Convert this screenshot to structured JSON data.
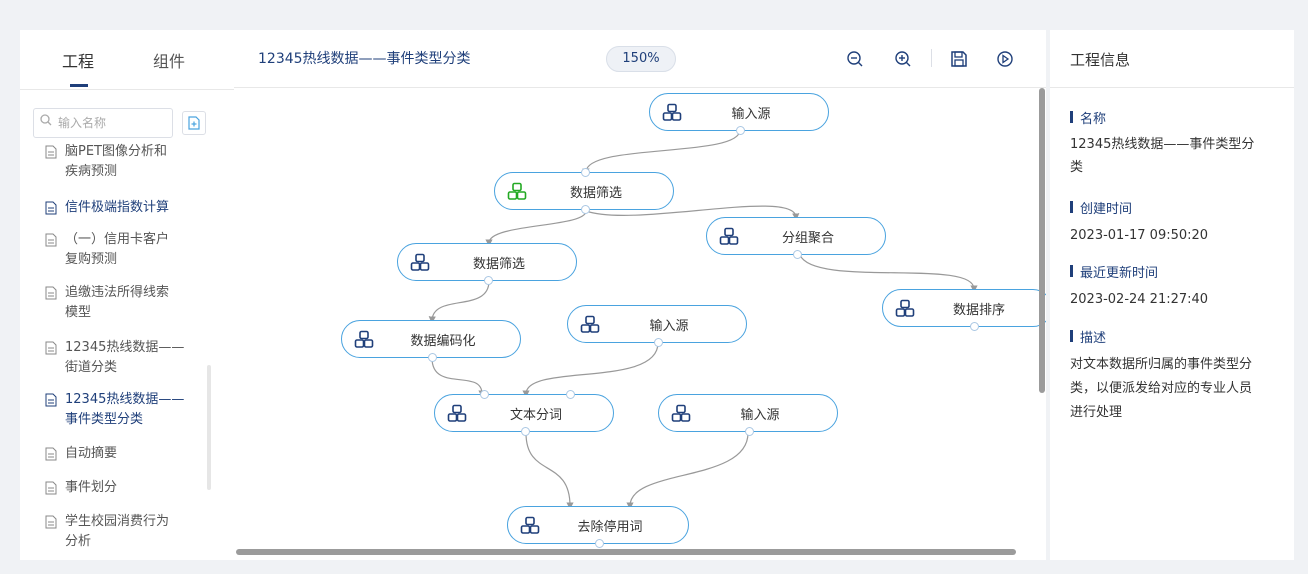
{
  "left": {
    "tabs": [
      {
        "label": "工程"
      },
      {
        "label": "组件"
      }
    ],
    "search": {
      "placeholder": "输入名称"
    },
    "items": [
      {
        "line1": "脑PET图像分析和",
        "line2": "疾病预测"
      },
      {
        "line1": "信件极端指数计算"
      },
      {
        "line1": "（一）信用卡客户",
        "line2": "复购预测"
      },
      {
        "line1": "追缴违法所得线索",
        "line2": "模型"
      },
      {
        "line1": "12345热线数据——",
        "line2": "街道分类"
      },
      {
        "line1": "12345热线数据——",
        "line2": "事件类型分类"
      },
      {
        "line1": "自动摘要"
      },
      {
        "line1": "事件划分"
      },
      {
        "line1": "学生校园消费行为",
        "line2": "分析"
      }
    ]
  },
  "canvas": {
    "title": "12345热线数据——事件类型分类",
    "zoom": "150%",
    "nodes": [
      {
        "label": "输入源"
      },
      {
        "label": "数据筛选"
      },
      {
        "label": "分组聚合"
      },
      {
        "label": "数据筛选"
      },
      {
        "label": "数据排序"
      },
      {
        "label": "数据编码化"
      },
      {
        "label": "输入源"
      },
      {
        "label": "文本分词"
      },
      {
        "label": "输入源"
      },
      {
        "label": "去除停用词"
      }
    ]
  },
  "info": {
    "title": "工程信息",
    "name_label": "名称",
    "name_line1": "12345热线数据——事件类型分",
    "name_line2": "类",
    "created_label": "创建时间",
    "created": "2023-01-17 09:50:20",
    "updated_label": "最近更新时间",
    "updated": "2023-02-24 21:27:40",
    "desc_label": "描述",
    "desc_line1": "对文本数据所归属的事件类型分",
    "desc_line2": "类，以便派发给对应的专业人员",
    "desc_line3": "进行处理"
  },
  "colors": {
    "accent": "#1f3f7a",
    "node_border": "#4aa3df",
    "node_icon": "#1f3f7a",
    "node_icon_active": "#22a922"
  }
}
